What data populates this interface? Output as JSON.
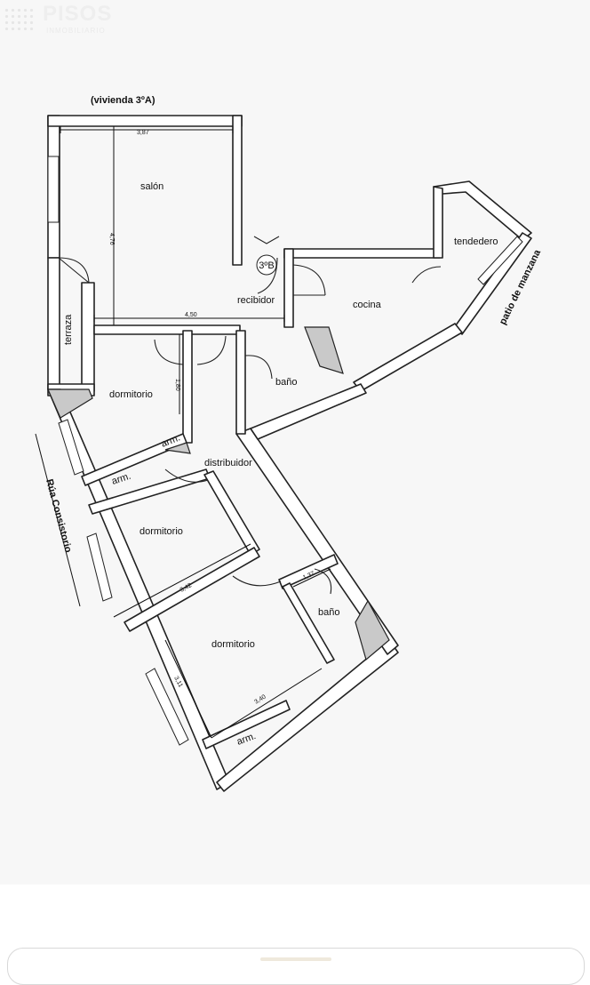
{
  "watermark": {
    "main": "PISOS",
    "sub": "INMOBILIARIO"
  },
  "plan": {
    "title": "(vivienda 3ºA)",
    "neighbor_unit": "3ºB",
    "street": "Rúa Consistorio",
    "courtyard": "patio de manzana",
    "rooms": {
      "salon": "salón",
      "recibidor": "recibidor",
      "cocina": "cocina",
      "tendedero": "tendedero",
      "terraza": "terraza",
      "dormitorio_1": "dormitorio",
      "bano_1": "baño",
      "arm_1": "arm.",
      "arm_2": "arm.",
      "distribuidor": "distribuidor",
      "dormitorio_2": "dormitorio",
      "bano_2": "baño",
      "dormitorio_3": "dormitorio",
      "arm_3": "arm."
    },
    "dimensions": {
      "salon_width": "3,87",
      "salon_depth": "4,76",
      "salon_total": "4,50",
      "hall_depth": "1,80",
      "dorm2_width": "3,42",
      "bath2_width": "1,37",
      "dorm3_depth": "3,11",
      "dorm3_width": "3,40"
    }
  }
}
